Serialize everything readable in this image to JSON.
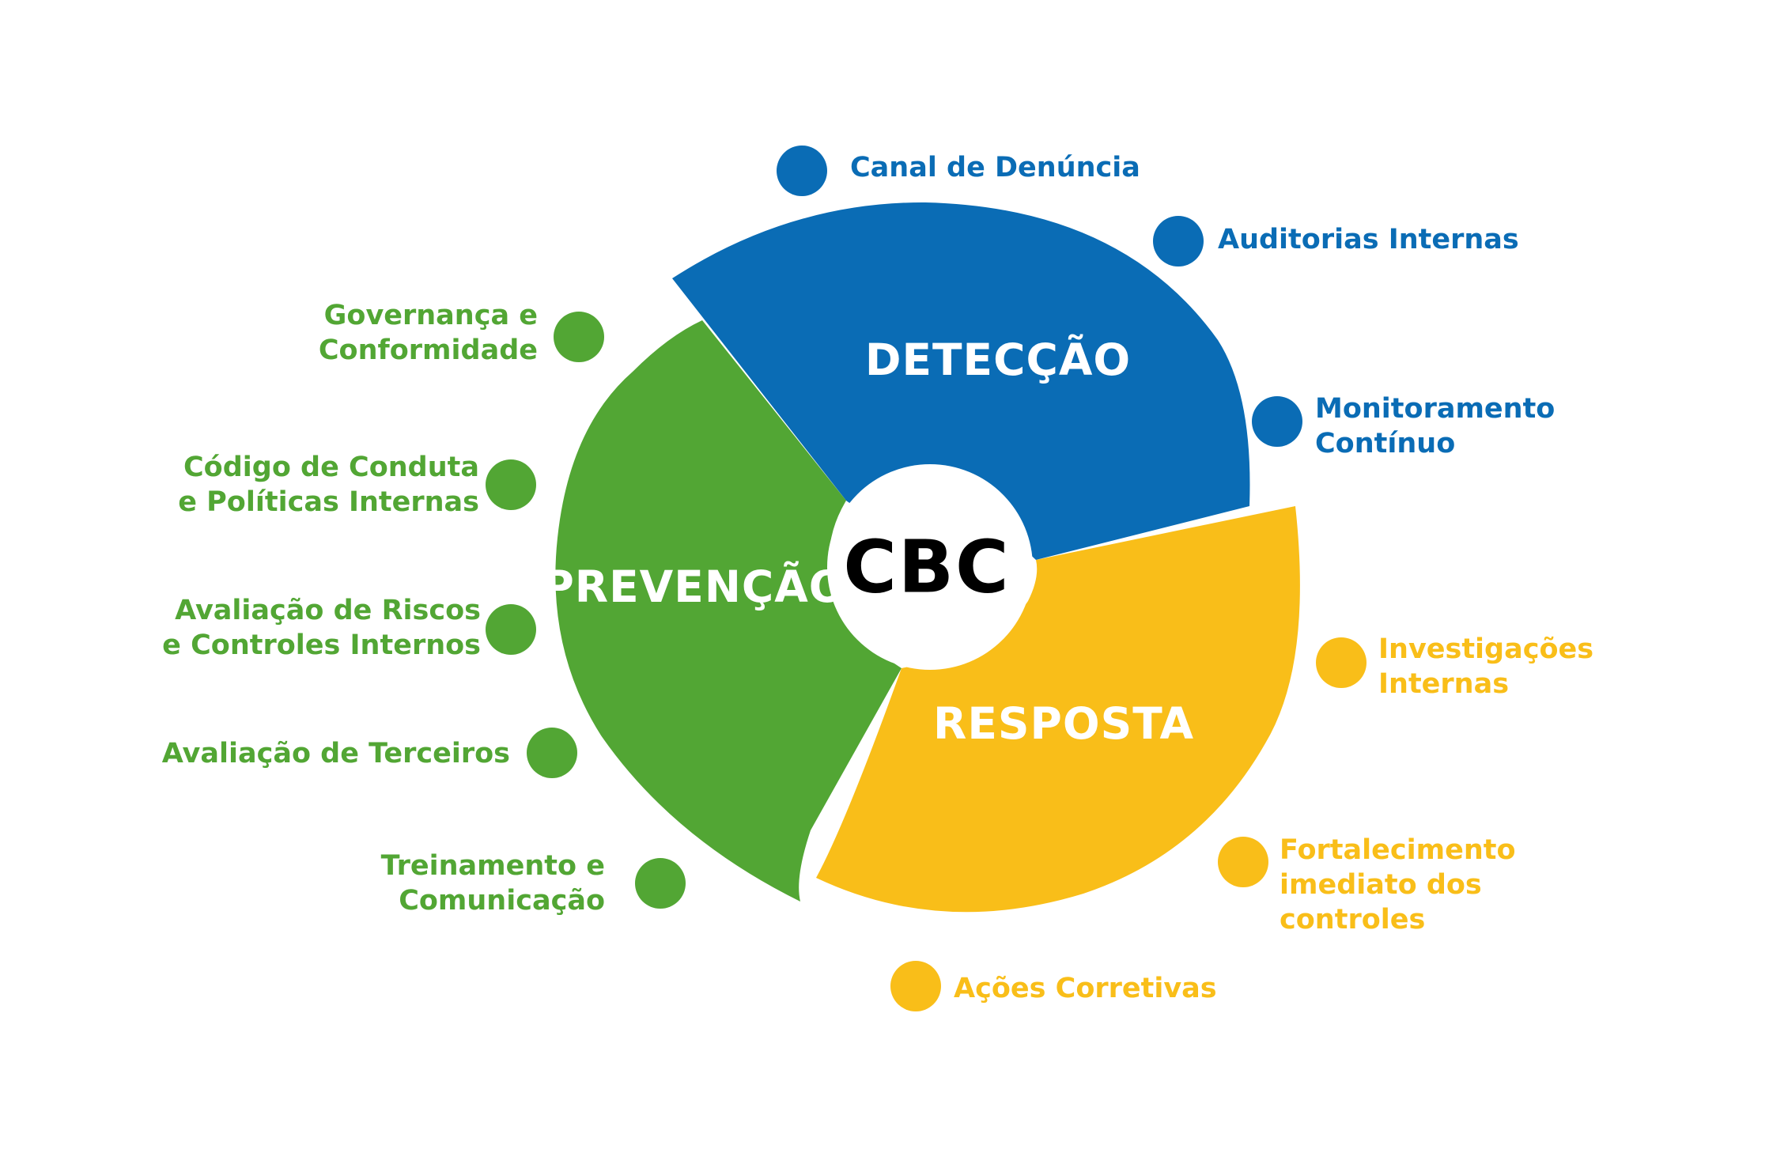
{
  "colors": {
    "deteccao": "#0a6cb5",
    "prevencao": "#52a634",
    "resposta": "#f9be19",
    "center": "#ffffff",
    "center_text": "#000000"
  },
  "center": {
    "title": "CBC"
  },
  "segments": {
    "deteccao": {
      "title": "DETECÇÃO"
    },
    "prevencao": {
      "title": "PREVENÇÃO"
    },
    "resposta": {
      "title": "RESPOSTA"
    }
  },
  "items": {
    "deteccao": [
      {
        "lines": [
          "Canal de Denúncia"
        ]
      },
      {
        "lines": [
          "Auditorias Internas"
        ]
      },
      {
        "lines": [
          "Monitoramento",
          "Contínuo"
        ]
      }
    ],
    "prevencao": [
      {
        "lines": [
          "Governança e",
          "Conformidade"
        ]
      },
      {
        "lines": [
          "Código de Conduta",
          "e Políticas Internas"
        ]
      },
      {
        "lines": [
          "Avaliação de Riscos",
          "e Controles Internos"
        ]
      },
      {
        "lines": [
          "Avaliação de Terceiros"
        ]
      },
      {
        "lines": [
          "Treinamento e",
          "Comunicação"
        ]
      }
    ],
    "resposta": [
      {
        "lines": [
          "Investigações",
          "Internas"
        ]
      },
      {
        "lines": [
          "Fortalecimento",
          "imediato dos",
          "controles"
        ]
      },
      {
        "lines": [
          "Ações Corretivas"
        ]
      }
    ]
  }
}
